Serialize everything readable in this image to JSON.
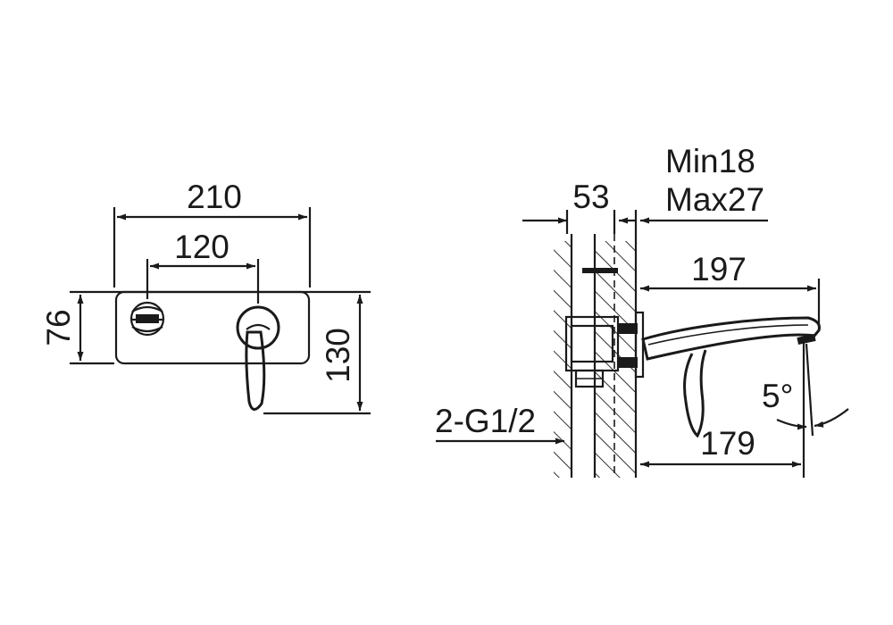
{
  "dimensions": {
    "plate_width": "210",
    "handle_spacing": "120",
    "plate_height": "76",
    "overall_height": "130",
    "wall_thickness": "53",
    "cover_adjust_min": "Min18",
    "cover_adjust_max": "Max27",
    "spout_reach": "197",
    "spout_outlet": "179",
    "spout_angle": "5°",
    "connection": "2-G1/2"
  },
  "colors": {
    "line": "#1a1a1a",
    "background": "#ffffff"
  }
}
